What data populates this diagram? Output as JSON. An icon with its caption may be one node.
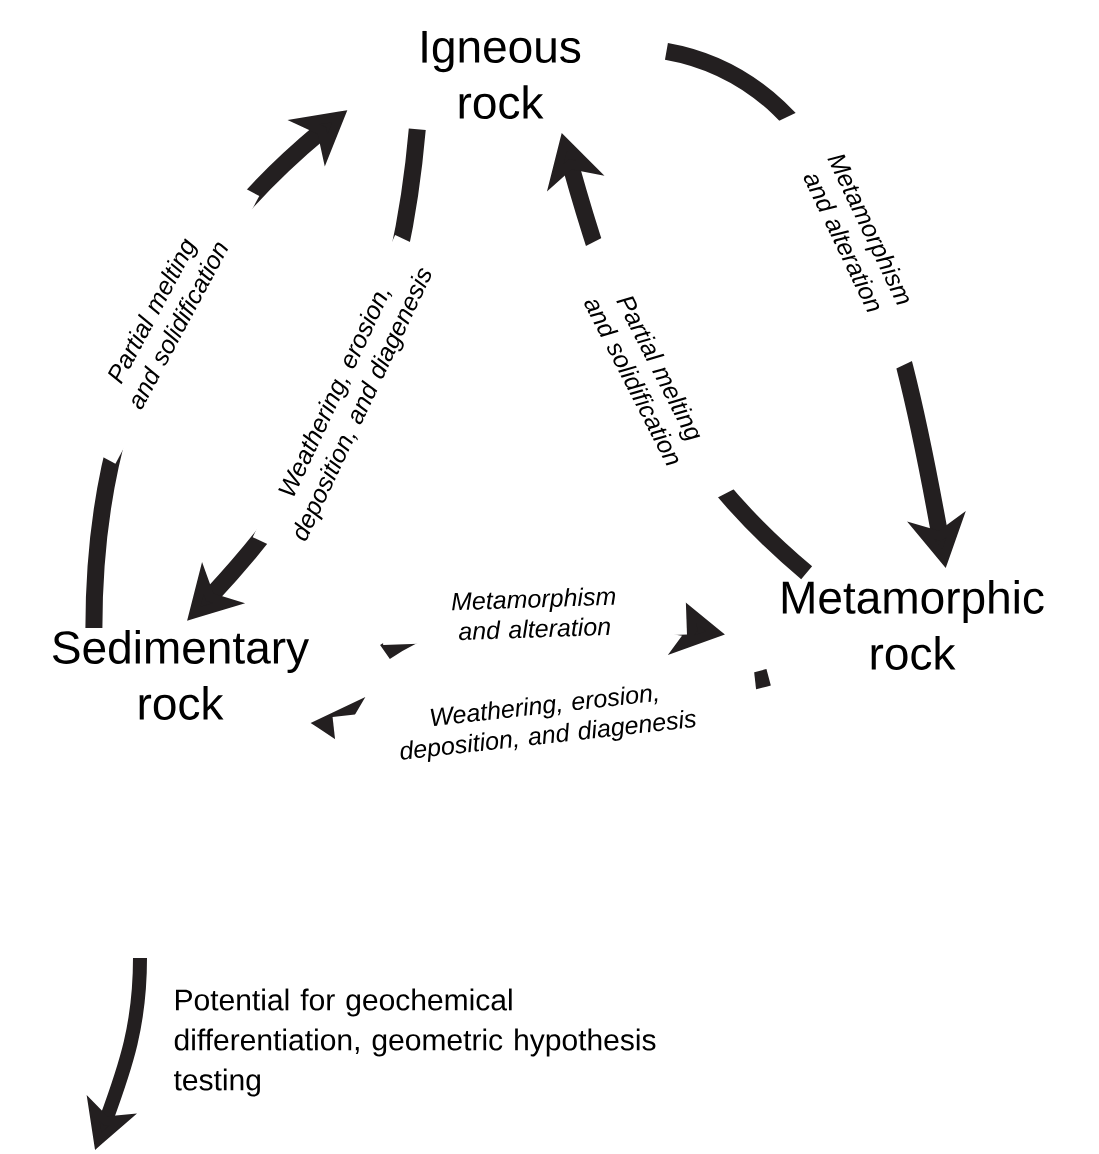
{
  "diagram": {
    "nodes": [
      {
        "text": [
          "Igneous rock"
        ]
      },
      {
        "text": [
          "Sedimentary rock"
        ]
      },
      {
        "text": [
          "Metamorphic rock"
        ]
      }
    ],
    "edges": [
      {
        "from": 1,
        "to": 0,
        "arrow": "to",
        "label": "Partial melting and solidification"
      },
      {
        "from": 0,
        "to": 1,
        "arrow": "to",
        "label": "Weathering, erosion, deposition, and diagenesis"
      },
      {
        "from": 0,
        "to": 2,
        "arrow": "to",
        "label": "Metamorphism and alteration"
      },
      {
        "from": 2,
        "to": 0,
        "arrow": "to",
        "label": "Partial melting and solidification"
      },
      {
        "from": 1,
        "to": 2,
        "arrow": "to",
        "label": "Metamorphism and alteration"
      },
      {
        "from": 2,
        "to": 1,
        "arrow": "to",
        "label": "Weathering, erosion, deposition, and diagenesis"
      }
    ],
    "labels": [
      "Potential for geochemical differentiation, geometric hypothesis testing"
    ]
  }
}
